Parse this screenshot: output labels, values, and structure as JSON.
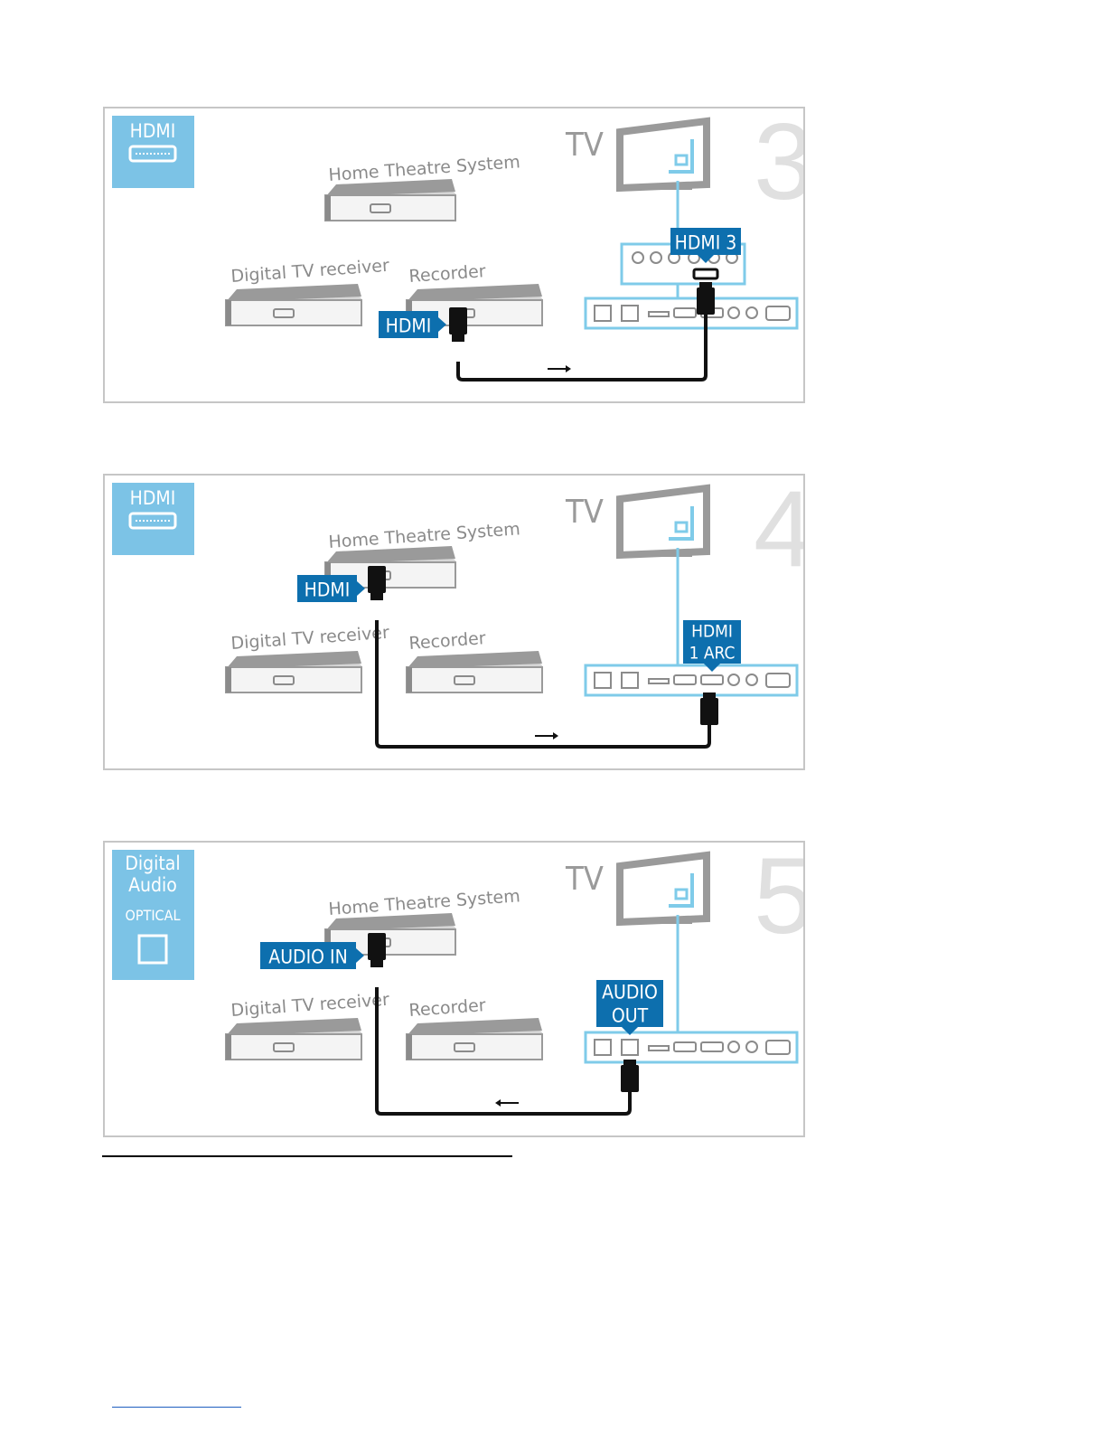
{
  "panels": [
    {
      "step": "3",
      "badge": {
        "lines": [
          "HDMI"
        ],
        "sub": "",
        "port_icon": "hdmi-port-icon"
      },
      "devices": {
        "home_theatre": "Home Theatre System",
        "digital_tv_receiver": "Digital TV receiver",
        "recorder": "Recorder",
        "tv": "TV"
      },
      "connection": {
        "source_label": "HDMI",
        "source_device": "recorder",
        "tv_label_lines": [
          "HDMI 3"
        ],
        "direction": "to-tv"
      }
    },
    {
      "step": "4",
      "badge": {
        "lines": [
          "HDMI"
        ],
        "sub": "",
        "port_icon": "hdmi-port-icon"
      },
      "devices": {
        "home_theatre": "Home Theatre System",
        "digital_tv_receiver": "Digital TV receiver",
        "recorder": "Recorder",
        "tv": "TV"
      },
      "connection": {
        "source_label": "HDMI",
        "source_device": "home_theatre",
        "tv_label_lines": [
          "HDMI",
          "1 ARC"
        ],
        "direction": "to-tv"
      }
    },
    {
      "step": "5",
      "badge": {
        "lines": [
          "Digital",
          "Audio"
        ],
        "sub": "OPTICAL",
        "port_icon": "optical-port-icon"
      },
      "devices": {
        "home_theatre": "Home Theatre System",
        "digital_tv_receiver": "Digital TV receiver",
        "recorder": "Recorder",
        "tv": "TV"
      },
      "connection": {
        "source_label": "AUDIO IN",
        "source_device": "home_theatre",
        "tv_label_lines": [
          "AUDIO",
          "OUT"
        ],
        "direction": "from-tv"
      }
    }
  ],
  "colors": {
    "badge_light": "#7cc3e6",
    "label_blue": "#0d6fae",
    "cable_blue": "#7fcbe9",
    "device_gray": "#8b8b8b",
    "step_number": "#e0e0e0",
    "cable": "#111111"
  }
}
